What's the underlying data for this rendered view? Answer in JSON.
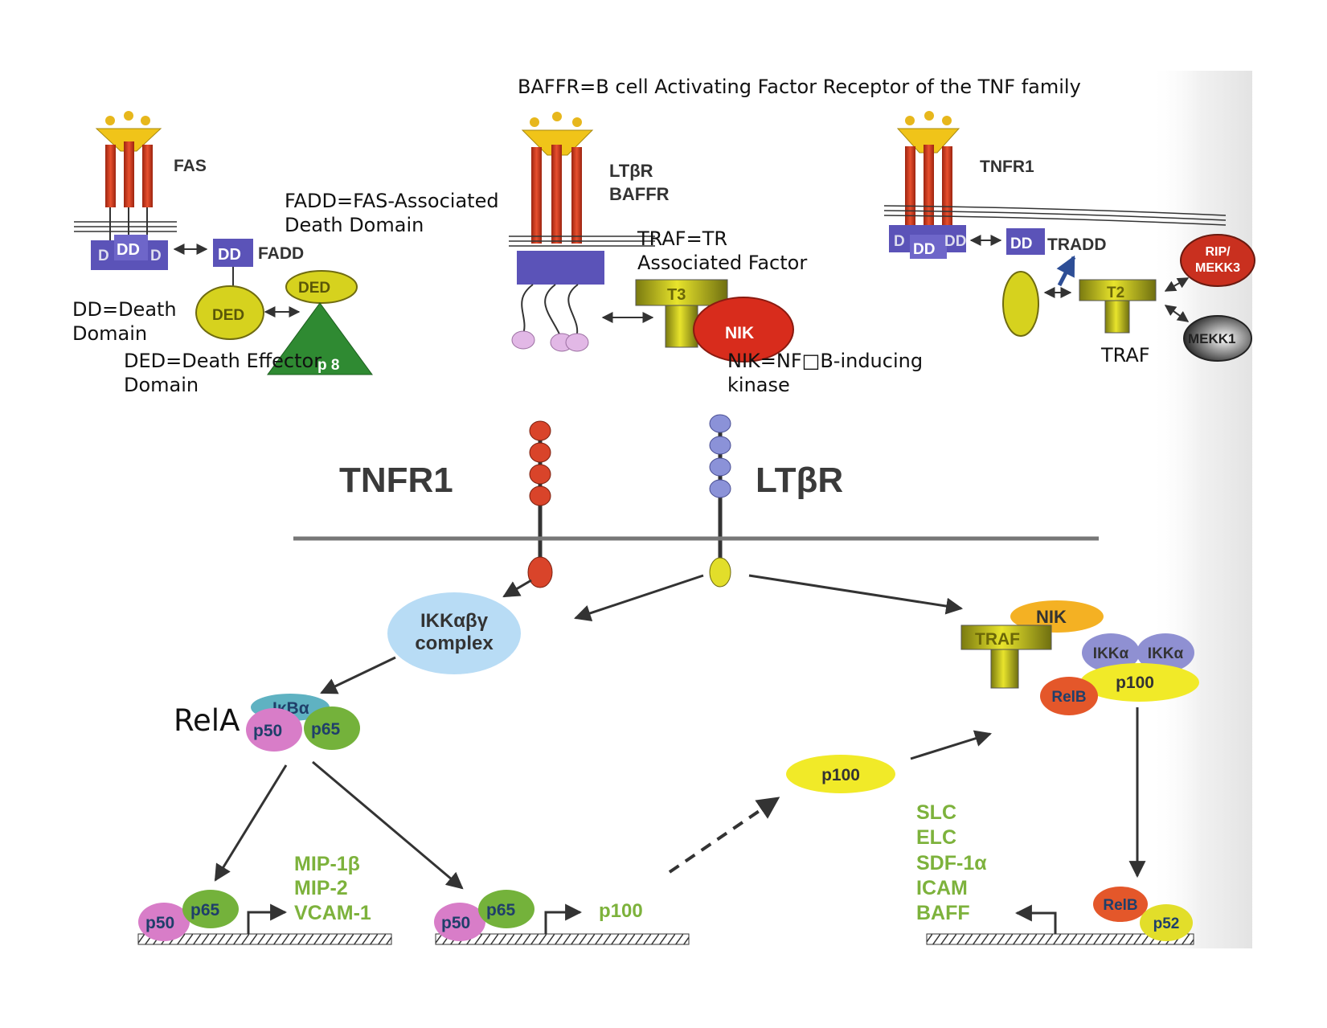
{
  "colors": {
    "receptor_red": "#d9442a",
    "dd_blue": "#5b53b8",
    "ded_yellow": "#d6d21e",
    "traf_yellow": "#e4e02a",
    "nik_red": "#d82c1c",
    "nik_orange": "#f4b123",
    "green_text": "#7db23c",
    "membrane_gray": "#777777",
    "p50_pink": "#d87dc8",
    "p65_green": "#74b23b",
    "ikk_blue": "#b8dcf5",
    "ikka_purple": "#8f90d2",
    "relb_orange": "#e4572a",
    "p100_yellow": "#f1ea28",
    "ikba_teal": "#5fb2c2",
    "mekk1_black": "#3b3b3b"
  },
  "annotations": {
    "baffr": "BAFFR=B cell Activating Factor Receptor of the TNF family",
    "fadd": [
      "FADD=FAS-Associated",
      "Death Domain"
    ],
    "traf": [
      "TRAF=TR",
      "Associated Factor"
    ],
    "dd": [
      "DD=Death",
      "Domain"
    ],
    "ded": [
      "DED=Death Effector",
      "Domain"
    ],
    "nik": [
      "NIK=NF□B-inducing",
      "kinase"
    ],
    "traf_short": "TRAF",
    "rela": "RelA"
  },
  "fas_panel": {
    "receptor": "FAS",
    "dd_left": "D",
    "dd_mid": "DD",
    "dd_right": "D",
    "dd_fadd": "DD",
    "fadd": "FADD",
    "ded_top": "DED",
    "ded_bottom": "DED",
    "casp8": "p 8"
  },
  "ltbr_panel": {
    "receptor_line1": "LTβR",
    "receptor_line2": "BAFFR",
    "t3": "T3",
    "nik": "NIK"
  },
  "tnfr1_panel": {
    "receptor": "TNFR1",
    "dd_left": "D",
    "dd_mid": "DD",
    "dd_right": "DD",
    "tradd_dd": "DD",
    "tradd": "TRADD",
    "t2": "T2",
    "rip": [
      "RIP/",
      "MEKK3"
    ],
    "mekk1": "MEKK1"
  },
  "pathway": {
    "tnfr1": "TNFR1",
    "ltbr": "LTβR",
    "ikk_line1": "IKKαβγ",
    "ikk_line2": "complex",
    "ikba": "IκBα",
    "p50": "p50",
    "p65": "p65",
    "nik": "NIK",
    "traf": "TRAF",
    "ikka1": "IKKα",
    "ikka2": "IKKα",
    "p100_complex": "p100",
    "relb": "RelB",
    "p100_free": "p100",
    "relb2": "RelB",
    "p52": "p52",
    "gene1_p50": "p50",
    "gene1_p65": "p65",
    "gene1_targets": [
      "MIP-1β",
      "MIP-2",
      "VCAM-1"
    ],
    "gene2_p50": "p50",
    "gene2_p65": "p65",
    "gene2_target": "p100",
    "gene3_targets": [
      "SLC",
      "ELC",
      "SDF-1α",
      "ICAM",
      "BAFF"
    ]
  }
}
